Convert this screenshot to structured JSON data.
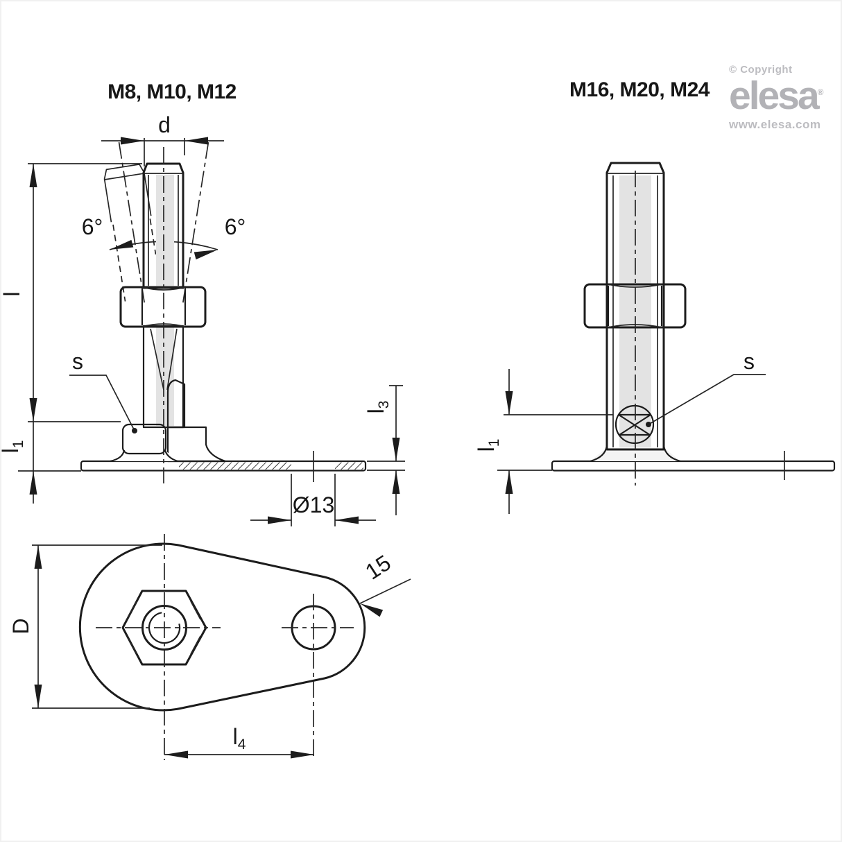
{
  "colors": {
    "line": "#1c1c1c",
    "fill_light": "#ececec",
    "fill_core": "#e3e3e3",
    "brand_gray": "#b2b2b6"
  },
  "branding": {
    "copyright": "© Copyright",
    "logo_text": "elesa",
    "registered_mark": "®",
    "website": "www.elesa.com"
  },
  "left_view": {
    "title": "M8, M10, M12",
    "labels": {
      "d": "d",
      "angle_left": "6°",
      "angle_right": "6°",
      "l": "l",
      "l1_main": "l",
      "l1_sub": "1",
      "s": "s",
      "l3_main": "l",
      "l3_sub": "3",
      "hole_dia": "Ø13"
    }
  },
  "right_view": {
    "title": "M16, M20, M24",
    "labels": {
      "s": "s",
      "l1_main": "l",
      "l1_sub": "1"
    }
  },
  "bottom_view": {
    "labels": {
      "D": "D",
      "l4_main": "l",
      "l4_sub": "4",
      "tip_radius": "15"
    }
  }
}
